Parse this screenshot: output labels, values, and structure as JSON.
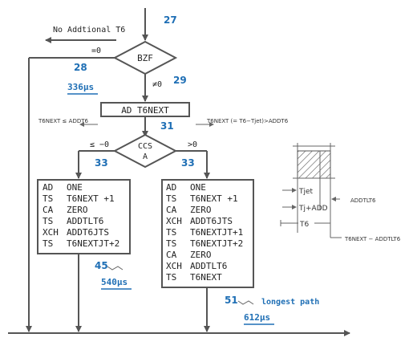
{
  "colors": {
    "line": "#555555",
    "accent": "#1f6fb5",
    "text": "#222222"
  },
  "labels": {
    "n27": "27",
    "no_additional": "No Addtional T6",
    "eq0": "=0",
    "n28": "28",
    "t336": "336µs",
    "bzf": "BZF",
    "ne0": "≠0",
    "n29": "29",
    "ad_t6next": "AD  T6NEXT",
    "cond_left": "T6NEXT ≤ ADDT6",
    "cond_right": "T6NEXT  (= T6−Tjet)>ADDT6",
    "n31": "31",
    "le_m0": "≤ −0",
    "gt0": ">0",
    "ccs": "CCS",
    "ccs_a": "A",
    "n33_left": "33",
    "n33_right": "33",
    "n45": "45",
    "t540": "540µs",
    "n51": "51",
    "longest_path": "longest path",
    "t612": "612µs"
  },
  "left_box": {
    "lines": [
      {
        "op": "AD",
        "arg": "ONE"
      },
      {
        "op": "TS",
        "arg": "T6NEXT +1"
      },
      {
        "op": "CA",
        "arg": "ZERO"
      },
      {
        "op": "TS",
        "arg": "ADDTLT6"
      },
      {
        "op": "XCH",
        "arg": "ADDT6JTS"
      },
      {
        "op": "TS",
        "arg": "T6NEXTJT+2"
      }
    ]
  },
  "right_box": {
    "lines": [
      {
        "op": "AD",
        "arg": "ONE"
      },
      {
        "op": "TS",
        "arg": "T6NEXT +1"
      },
      {
        "op": "CA",
        "arg": "ZERO"
      },
      {
        "op": "XCH",
        "arg": "ADDT6JTS"
      },
      {
        "op": "TS",
        "arg": "T6NEXTJT+1"
      },
      {
        "op": "TS",
        "arg": "T6NEXTJT+2"
      },
      {
        "op": "CA",
        "arg": "ZERO"
      },
      {
        "op": "XCH",
        "arg": "ADDTLT6"
      },
      {
        "op": "TS",
        "arg": "T6NEXT"
      }
    ]
  },
  "timing_diagram": {
    "tjet": "Tjet",
    "addtlt6": "ADDTLT6",
    "tj_add": "Tj+ADD",
    "t6": "T6",
    "t6next_minus": "T6NEXT − ADDTLT6"
  }
}
